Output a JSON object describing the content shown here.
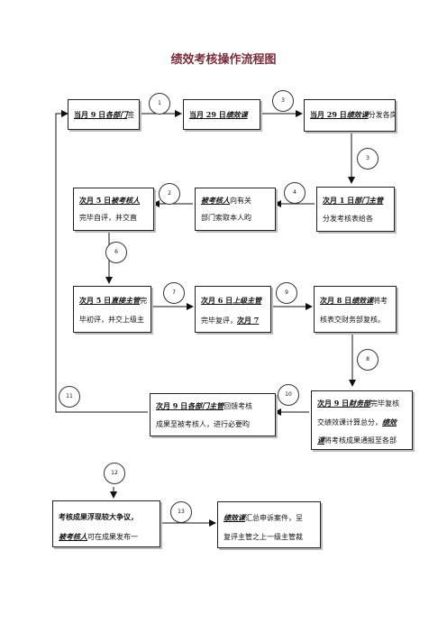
{
  "title": "绩效考核操作流程图",
  "boxes": {
    "b1": {
      "line1": {
        "a": "当月 9 日",
        "b": "各部门",
        "c": "签"
      }
    },
    "b2": {
      "line1": {
        "a": "当月  29  日",
        "b": "绩效课"
      }
    },
    "b3": {
      "line1": {
        "a": "当月 29 日",
        "b": "绩效课",
        "c": "分发各岗"
      }
    },
    "b4": {
      "line1": {
        "a": "次月 5 日",
        "b": "被考核人"
      },
      "line2": "完毕自评，并交直"
    },
    "b5": {
      "line1": {
        "a": "被考核人",
        "b": "向有关"
      },
      "line2": "部门索取本人昀"
    },
    "b6": {
      "line1": {
        "a": "次月 1 日",
        "b": "部门主管"
      },
      "line2": "分发考核表给各"
    },
    "b7": {
      "line1": {
        "a": "次月 5 日",
        "b": "直接主管",
        "c": "完"
      },
      "line2": "毕初评，并交上级主"
    },
    "b8": {
      "line1": {
        "a": "次月 6 日",
        "b": "上级主管"
      },
      "line2": {
        "a": "完毕复评，",
        "b": "次月  7"
      }
    },
    "b9": {
      "line1": {
        "a": "次月 8 日",
        "b": "绩效课",
        "c": "将考"
      },
      "line2": "核表交财务部复核。"
    },
    "b10": {
      "line1": {
        "a": "次月  9  日",
        "b": "各部门主管",
        "c": "回馈考核"
      },
      "line2": "成果至被考核人，进行必要昀"
    },
    "b11": {
      "line1": {
        "a": "次月  9  日",
        "b": "财务部",
        "c": "完毕复核"
      },
      "line2": {
        "a": "交绩效课计算总分，",
        "b": "绩效"
      },
      "line3": {
        "a": "课",
        "b": "将考核成果通报至各部"
      }
    },
    "b12": {
      "line1": "考核成果浮现较大争议，",
      "line2": {
        "a": "被考核人",
        "b": "可在成果发布一"
      }
    },
    "b13": {
      "line1": {
        "a": "绩效课",
        "b": "汇总申诉案件，呈"
      },
      "line2": "复评主管之上一级主管裁"
    }
  },
  "circles": [
    "1",
    "3",
    "3",
    "2",
    "4",
    "6",
    "7",
    "9",
    "8",
    "10",
    "11",
    "12",
    "13"
  ]
}
